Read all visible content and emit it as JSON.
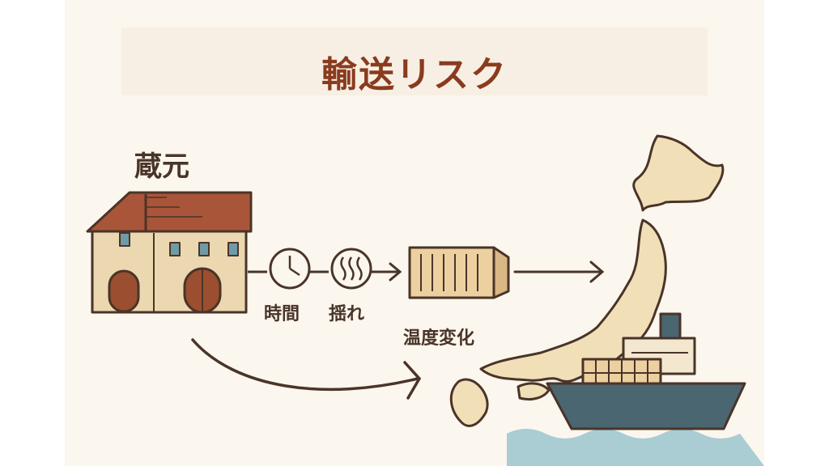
{
  "title": "輸送リスク",
  "labels": {
    "brewery": "蔵元",
    "time": "時間",
    "shake": "揺れ",
    "temperature": "温度変化"
  },
  "icons": {
    "brewery": "brewery-building-icon",
    "time": "clock-icon",
    "shake": "vibration-icon",
    "container": "shipping-container-icon",
    "map": "japan-map-icon",
    "ship": "container-ship-icon"
  },
  "colors": {
    "background": "#fbf6ee",
    "title": "#8a3b1e",
    "text": "#4a3428",
    "stroke": "#4a3428",
    "roof": "#a9553a",
    "wall": "#ecd8b0",
    "door": "#9b4f30",
    "window": "#6f9aa6",
    "land": "#f1dfb8",
    "ship_hull": "#4a6670",
    "water": "#a9cdd3"
  }
}
